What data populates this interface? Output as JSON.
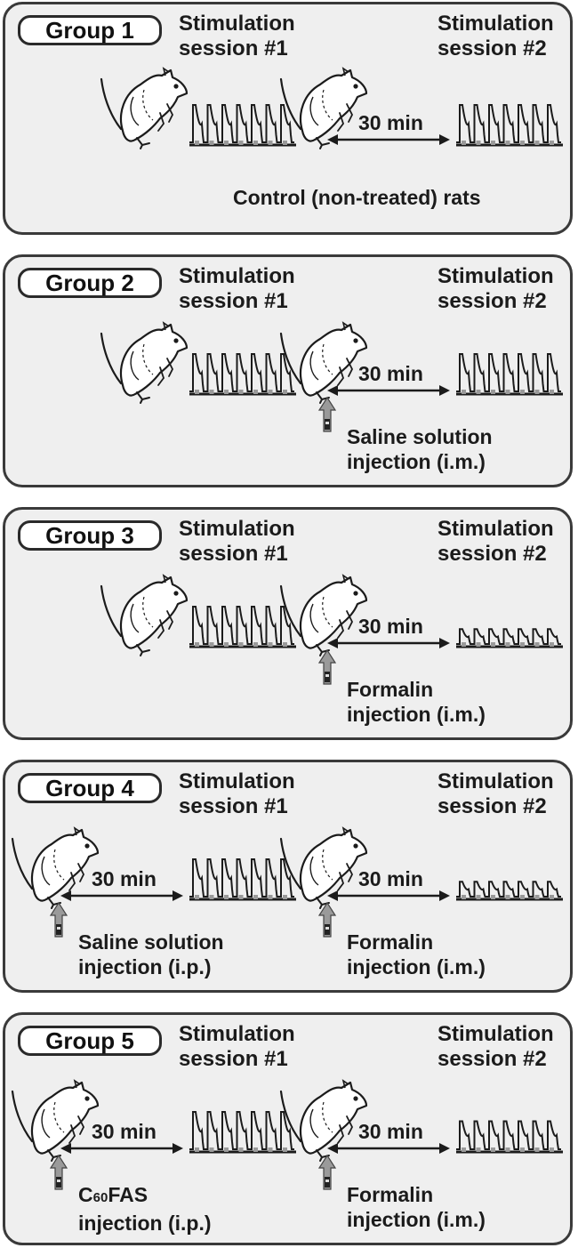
{
  "groups": [
    {
      "label": "Group 1",
      "session1": [
        "Stimulation",
        "session #1"
      ],
      "session2": [
        "Stimulation",
        "session #2"
      ],
      "interval": "30 min",
      "note": "Control (non-treated) rats"
    },
    {
      "label": "Group 2",
      "session1": [
        "Stimulation",
        "session #1"
      ],
      "session2": [
        "Stimulation",
        "session #2"
      ],
      "interval": "30 min",
      "injection2": [
        "Saline solution",
        "injection (i.m.)"
      ]
    },
    {
      "label": "Group 3",
      "session1": [
        "Stimulation",
        "session #1"
      ],
      "session2": [
        "Stimulation",
        "session #2"
      ],
      "interval": "30 min",
      "injection2": [
        "Formalin",
        "injection (i.m.)"
      ]
    },
    {
      "label": "Group 4",
      "session1": [
        "Stimulation",
        "session #1"
      ],
      "session2": [
        "Stimulation",
        "session #2"
      ],
      "interval1": "30 min",
      "interval2": "30 min",
      "injection1": [
        "Saline solution",
        "injection (i.p.)"
      ],
      "injection2": [
        "Formalin",
        "injection (i.m.)"
      ]
    },
    {
      "label": "Group 5",
      "session1": [
        "Stimulation",
        "session #1"
      ],
      "session2": [
        "Stimulation",
        "session #2"
      ],
      "interval1": "30 min",
      "interval2": "30 min",
      "injection1_prefix": "C",
      "injection1_sub": "60",
      "injection1_suffix": "FAS",
      "injection1_line2": "injection (i.p.)",
      "injection2": [
        "Formalin",
        "injection (i.m.)"
      ]
    }
  ],
  "colors": {
    "panel": "#efefef",
    "border": "#3a3a3a",
    "arrow": "#9a9a9a",
    "ink": "#1b1b1b"
  }
}
